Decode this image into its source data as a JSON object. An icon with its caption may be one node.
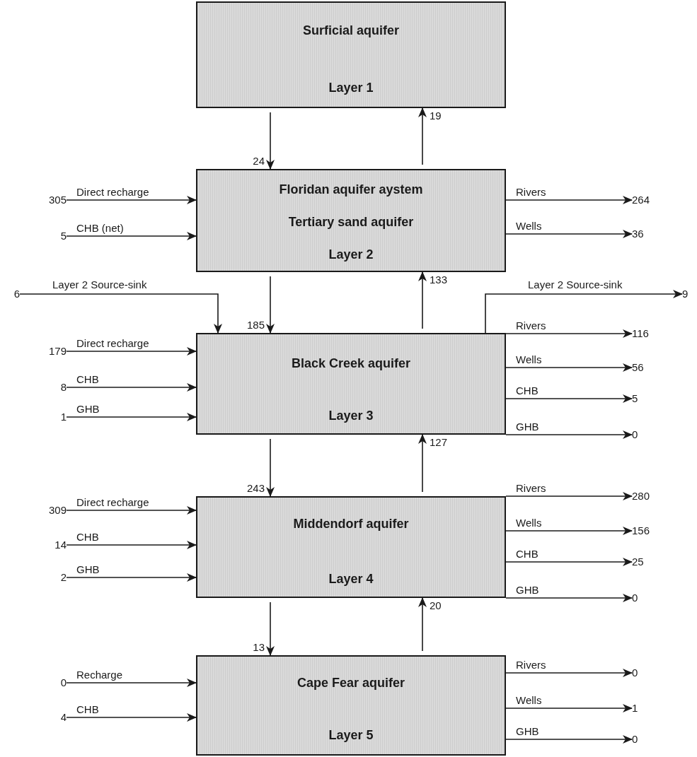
{
  "diagram": {
    "nodes": [
      {
        "text": [
          "Surficial aquifer",
          "Layer 1"
        ]
      },
      {
        "text": [
          "Floridan aquifer aystem",
          "Tertiary sand aquifer",
          "Layer 2"
        ]
      },
      {
        "text": [
          "Black Creek aquifer",
          "Layer 3"
        ]
      },
      {
        "text": [
          "Middendorf aquifer",
          "Layer 4"
        ]
      },
      {
        "text": [
          "Cape Fear aquifer",
          "Layer 5"
        ]
      },
      {
        "text": [
          "305"
        ]
      },
      {
        "text": [
          "5"
        ]
      },
      {
        "text": [
          "264"
        ]
      },
      {
        "text": [
          "36"
        ]
      },
      {
        "text": [
          "6"
        ]
      },
      {
        "text": [
          "9"
        ]
      },
      {
        "text": [
          "179"
        ]
      },
      {
        "text": [
          "8"
        ]
      },
      {
        "text": [
          "1"
        ]
      },
      {
        "text": [
          "116"
        ]
      },
      {
        "text": [
          "56"
        ]
      },
      {
        "text": [
          "5"
        ]
      },
      {
        "text": [
          "0"
        ]
      },
      {
        "text": [
          "309"
        ]
      },
      {
        "text": [
          "14"
        ]
      },
      {
        "text": [
          "2"
        ]
      },
      {
        "text": [
          "280"
        ]
      },
      {
        "text": [
          "156"
        ]
      },
      {
        "text": [
          "25"
        ]
      },
      {
        "text": [
          "0"
        ]
      },
      {
        "text": [
          "0"
        ]
      },
      {
        "text": [
          "4"
        ]
      },
      {
        "text": [
          "0"
        ]
      },
      {
        "text": [
          "1"
        ]
      },
      {
        "text": [
          "0"
        ]
      }
    ],
    "edges": [
      {
        "from": 0,
        "to": 1,
        "arrow": "to",
        "label": "24"
      },
      {
        "from": 1,
        "to": 0,
        "arrow": "to",
        "label": "19"
      },
      {
        "from": 5,
        "to": 1,
        "arrow": "to",
        "label": "Direct recharge"
      },
      {
        "from": 6,
        "to": 1,
        "arrow": "to",
        "label": "CHB (net)"
      },
      {
        "from": 1,
        "to": 7,
        "arrow": "to",
        "label": "Rivers"
      },
      {
        "from": 1,
        "to": 8,
        "arrow": "to",
        "label": "Wells"
      },
      {
        "from": 1,
        "to": 2,
        "arrow": "to",
        "label": "185"
      },
      {
        "from": 2,
        "to": 1,
        "arrow": "to",
        "label": "133"
      },
      {
        "from": 9,
        "to": 2,
        "arrow": "to",
        "label": "Layer 2 Source-sink"
      },
      {
        "from": 2,
        "to": 10,
        "arrow": "to",
        "label": "Layer 2 Source-sink"
      },
      {
        "from": 11,
        "to": 2,
        "arrow": "to",
        "label": "Direct recharge"
      },
      {
        "from": 12,
        "to": 2,
        "arrow": "to",
        "label": "CHB"
      },
      {
        "from": 13,
        "to": 2,
        "arrow": "to",
        "label": "GHB"
      },
      {
        "from": 2,
        "to": 14,
        "arrow": "to",
        "label": "Rivers"
      },
      {
        "from": 2,
        "to": 15,
        "arrow": "to",
        "label": "Wells"
      },
      {
        "from": 2,
        "to": 16,
        "arrow": "to",
        "label": "CHB"
      },
      {
        "from": 2,
        "to": 17,
        "arrow": "to",
        "label": "GHB"
      },
      {
        "from": 2,
        "to": 3,
        "arrow": "to",
        "label": "243"
      },
      {
        "from": 3,
        "to": 2,
        "arrow": "to",
        "label": "127"
      },
      {
        "from": 18,
        "to": 3,
        "arrow": "to",
        "label": "Direct recharge"
      },
      {
        "from": 19,
        "to": 3,
        "arrow": "to",
        "label": "CHB"
      },
      {
        "from": 20,
        "to": 3,
        "arrow": "to",
        "label": "GHB"
      },
      {
        "from": 3,
        "to": 21,
        "arrow": "to",
        "label": "Rivers"
      },
      {
        "from": 3,
        "to": 22,
        "arrow": "to",
        "label": "Wells"
      },
      {
        "from": 3,
        "to": 23,
        "arrow": "to",
        "label": "CHB"
      },
      {
        "from": 3,
        "to": 24,
        "arrow": "to",
        "label": "GHB"
      },
      {
        "from": 3,
        "to": 4,
        "arrow": "to",
        "label": "13"
      },
      {
        "from": 4,
        "to": 3,
        "arrow": "to",
        "label": "20"
      },
      {
        "from": 25,
        "to": 4,
        "arrow": "to",
        "label": "Recharge"
      },
      {
        "from": 26,
        "to": 4,
        "arrow": "to",
        "label": "CHB"
      },
      {
        "from": 4,
        "to": 27,
        "arrow": "to",
        "label": "Rivers"
      },
      {
        "from": 4,
        "to": 28,
        "arrow": "to",
        "label": "Wells"
      },
      {
        "from": 4,
        "to": 29,
        "arrow": "to",
        "label": "GHB"
      }
    ]
  }
}
